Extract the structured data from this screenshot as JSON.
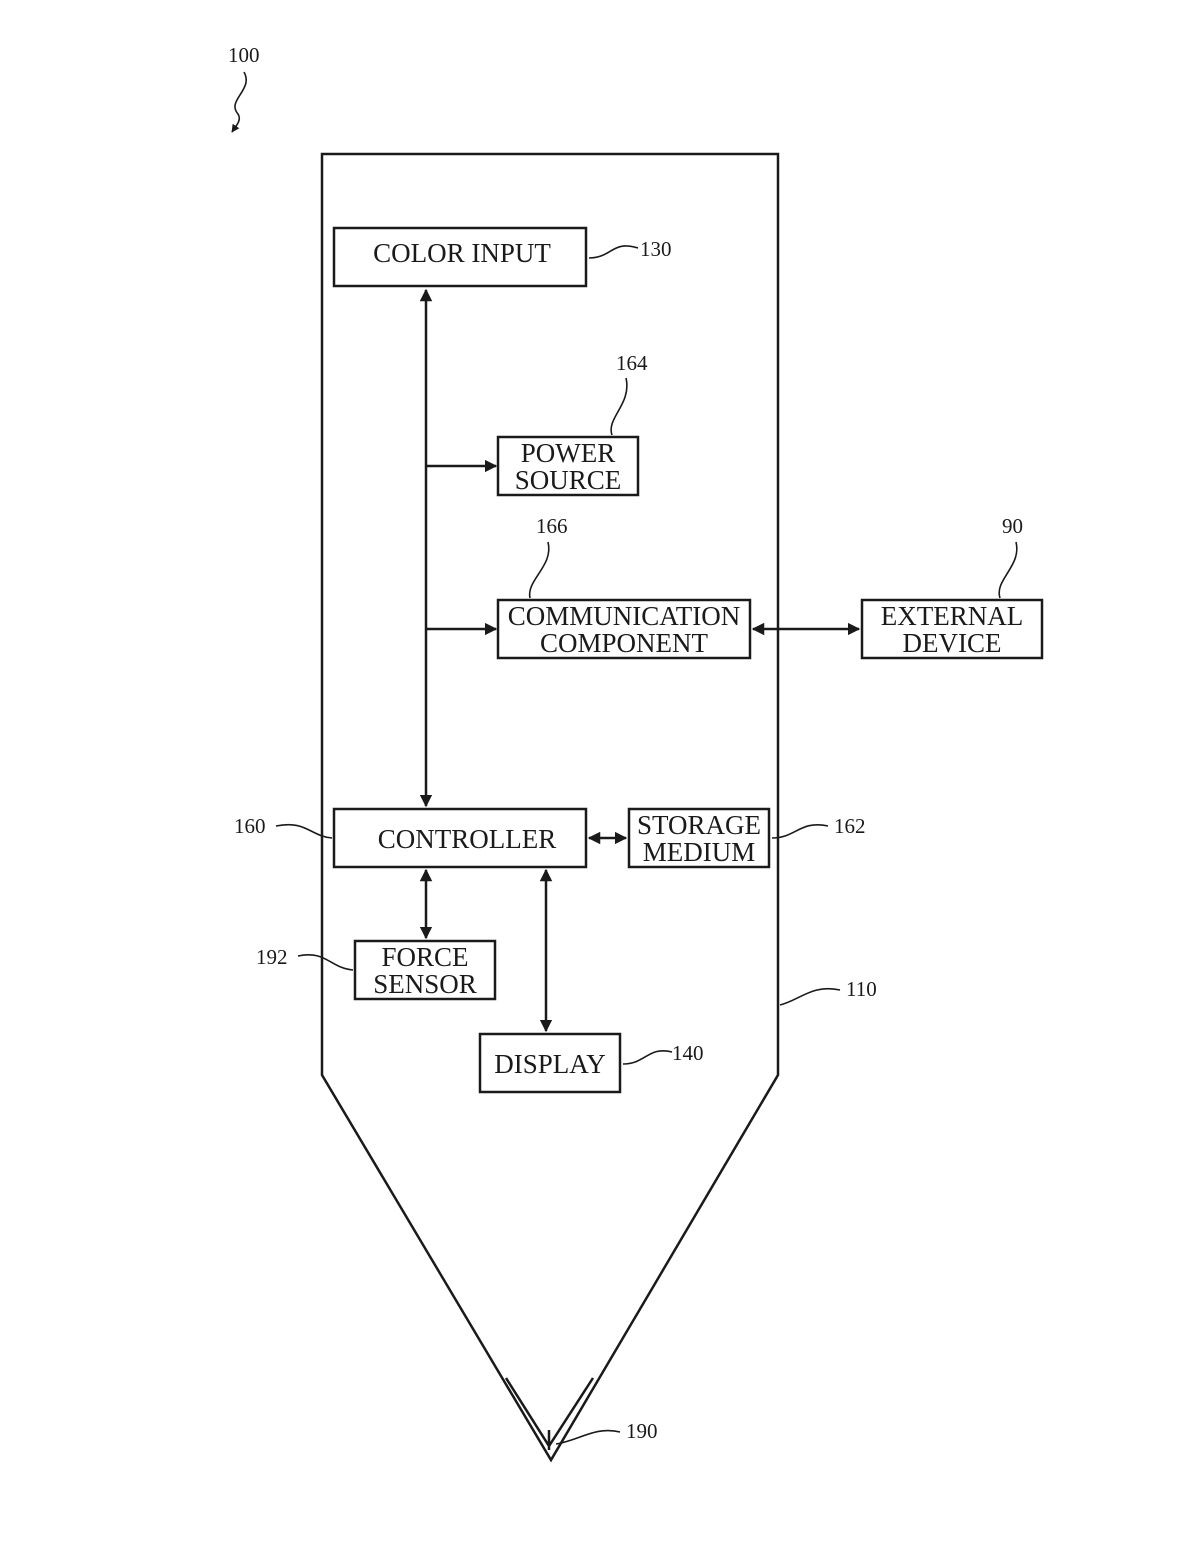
{
  "figure": {
    "ref_device": "100",
    "ref_body": "110",
    "ref_tip": "190"
  },
  "blocks": {
    "color_input": {
      "label": "COLOR INPUT",
      "ref": "130"
    },
    "power_source": {
      "line1": "POWER",
      "line2": "SOURCE",
      "ref": "164"
    },
    "communication_component": {
      "line1": "COMMUNICATION",
      "line2": "COMPONENT",
      "ref": "166"
    },
    "external_device": {
      "line1": "EXTERNAL",
      "line2": "DEVICE",
      "ref": "90"
    },
    "controller": {
      "label": "CONTROLLER",
      "ref": "160"
    },
    "storage_medium": {
      "line1": "STORAGE",
      "line2": "MEDIUM",
      "ref": "162"
    },
    "force_sensor": {
      "line1": "FORCE",
      "line2": "SENSOR",
      "ref": "192"
    },
    "display": {
      "label": "DISPLAY",
      "ref": "140"
    }
  },
  "colors": {
    "ink": "#1a1a1a",
    "background": "#ffffff"
  }
}
